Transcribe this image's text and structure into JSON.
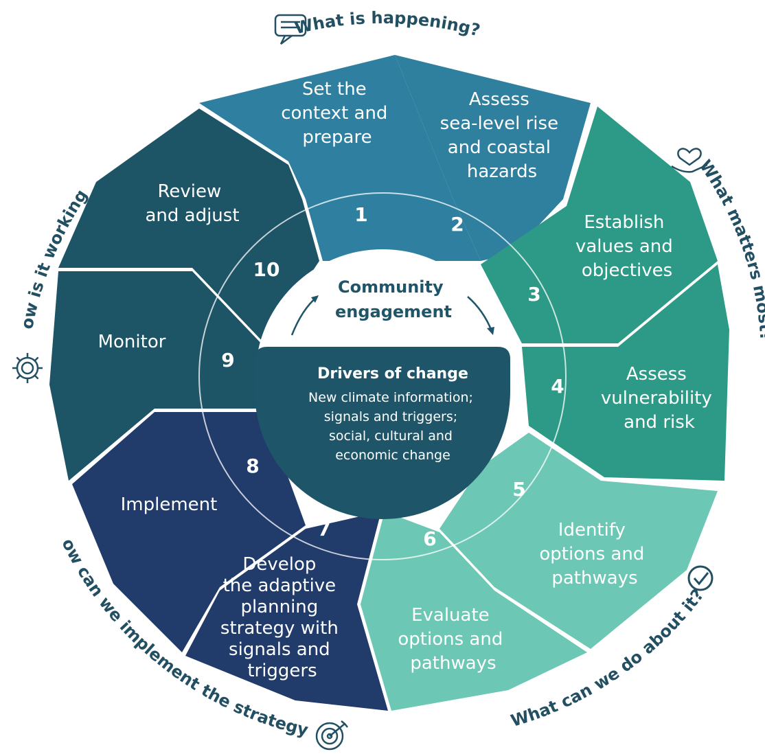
{
  "colors": {
    "seg_1": "#2e7fa0",
    "seg_2": "#2f7f9f",
    "seg_3": "#2c9a86",
    "seg_4": "#2c9a86",
    "seg_5": "#6cc7b5",
    "seg_6": "#6cc7b5",
    "seg_7": "#213b6b",
    "seg_8": "#213b6b",
    "seg_9": "#1d5567",
    "seg_10": "#1d5567",
    "question_text": "#234f63",
    "center_title": "#1f5568",
    "drivers_fill": "#1f5568"
  },
  "steps": [
    {
      "num": "1",
      "lines": [
        "Set the",
        "context and",
        "prepare"
      ]
    },
    {
      "num": "2",
      "lines": [
        "Assess",
        "sea-level rise",
        "and coastal",
        "hazards"
      ]
    },
    {
      "num": "3",
      "lines": [
        "Establish",
        "values and",
        "objectives"
      ]
    },
    {
      "num": "4",
      "lines": [
        "Assess",
        "vulnerability",
        "and risk"
      ]
    },
    {
      "num": "5",
      "lines": [
        "Identify",
        "options and",
        "pathways"
      ]
    },
    {
      "num": "6",
      "lines": [
        "Evaluate",
        "options and",
        "pathways"
      ]
    },
    {
      "num": "7",
      "lines": [
        "Develop",
        "the adaptive",
        "planning",
        "strategy with",
        "signals and",
        "triggers"
      ]
    },
    {
      "num": "8",
      "lines": [
        "Implement"
      ]
    },
    {
      "num": "9",
      "lines": [
        "Monitor"
      ]
    },
    {
      "num": "10",
      "lines": [
        "Review",
        "and adjust"
      ]
    }
  ],
  "questions": {
    "q1": "What is happening?",
    "q2": "What matters most?",
    "q3": "What can we do about it?",
    "q4": "How can we implement the strategy?",
    "q5": "How is it working?"
  },
  "icons": {
    "q1": "speech-bubble-icon",
    "q2": "heart-in-hand-icon",
    "q3": "checkmark-circle-icon",
    "q4": "target-icon",
    "q5": "gear-icon"
  },
  "center": {
    "title_line1": "Community",
    "title_line2": "engagement",
    "drivers_title": "Drivers of change",
    "drivers_lines": [
      "New climate information;",
      "signals and triggers;",
      "social, cultural and",
      "economic change"
    ]
  }
}
